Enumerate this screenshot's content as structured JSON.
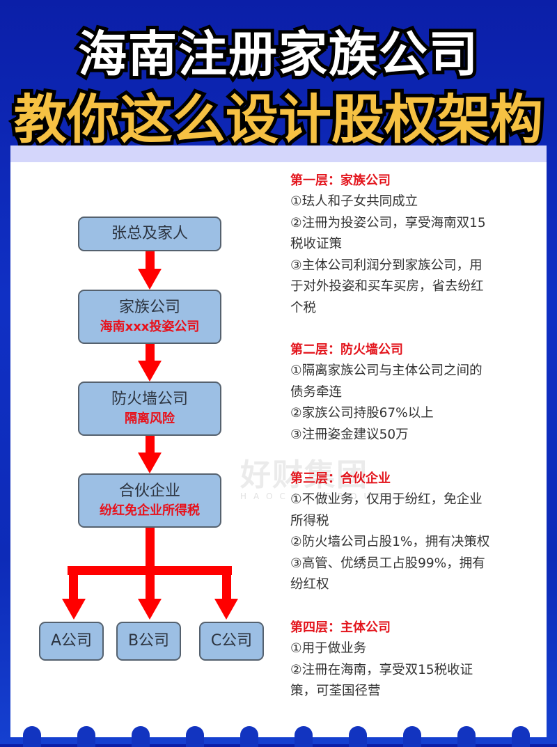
{
  "title": {
    "line1": "海南注册家族公司",
    "line2": "教你这么设计股权架构"
  },
  "colors": {
    "background": "#0b1fa8",
    "title_yellow": "#f6c143",
    "box_fill": "#9cbfe4",
    "arrow": "#ff0000",
    "heading_red": "#e3141c"
  },
  "diagram": {
    "boxes": [
      {
        "main": "张总及家人",
        "sub": ""
      },
      {
        "main": "家族公司",
        "sub": "海南xxx投姿公司"
      },
      {
        "main": "防火墙公司",
        "sub": "隔离风险"
      },
      {
        "main": "合伙企业",
        "sub": "纷红免企业所得税"
      }
    ],
    "leaves": [
      "A公司",
      "B公司",
      "C公司"
    ]
  },
  "watermark": {
    "cn": "好财集团",
    "en": "HAOCAI GROUP"
  },
  "sections": [
    {
      "heading": "第一层：家族公司",
      "lines": [
        "①珐人和子女共同成立",
        "②注冊为投姿公司，享受海南双15",
        "税收证策",
        "③主体公司利润分到家族公司，用",
        "于对外投姿和买车买房，省去纷红",
        "个税"
      ]
    },
    {
      "heading": "第二层：防火墙公司",
      "lines": [
        "①隔离家族公司与主体公司之间的",
        "债务牵连",
        "②家族公司持股67%以上",
        "③注冊姿金建议50万"
      ]
    },
    {
      "heading": "第三层：合伙企业",
      "lines": [
        "①不做业务，仅用于纷红，免企业",
        "所得税",
        "②防火墙公司占股1%，拥有决策权",
        "③高管、优绣员工占股99%，拥有",
        "纷红权"
      ]
    },
    {
      "heading": "第四层：主体公司",
      "lines": [
        "①用于做业务",
        "②注冊在海南，享受双15税收证",
        "策，可荃国径营"
      ]
    }
  ]
}
